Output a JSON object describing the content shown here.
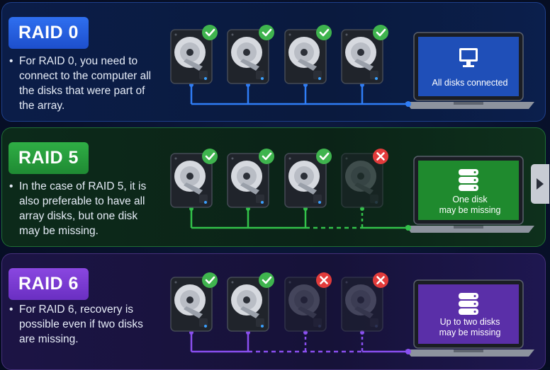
{
  "sections": [
    {
      "title": "RAID 0",
      "bullet": "•",
      "description": "For RAID 0, you need to connect to the computer all the disks that were part of the array.",
      "screen_label": "All disks connected",
      "screen_icon": "monitor-icon",
      "accent": "#2f7df6",
      "disks": [
        "ok",
        "ok",
        "ok",
        "ok"
      ]
    },
    {
      "title": "RAID 5",
      "bullet": "•",
      "description": "In the case of RAID 5, it is also preferable to have all array disks, but one disk may be missing.",
      "screen_label_line1": "One disk",
      "screen_label_line2": "may be missing",
      "screen_icon": "database-icon",
      "accent": "#33c24a",
      "disks": [
        "ok",
        "ok",
        "ok",
        "missing"
      ]
    },
    {
      "title": "RAID 6",
      "bullet": "•",
      "description": "For RAID 6, recovery is possible even if two disks are missing.",
      "screen_label_line1": "Up to two disks",
      "screen_label_line2": "may be missing",
      "screen_icon": "database-icon",
      "accent": "#8a4ff0",
      "disks": [
        "ok",
        "ok",
        "missing",
        "missing"
      ]
    }
  ],
  "nav": {
    "next_icon": "chevron-right-icon"
  }
}
